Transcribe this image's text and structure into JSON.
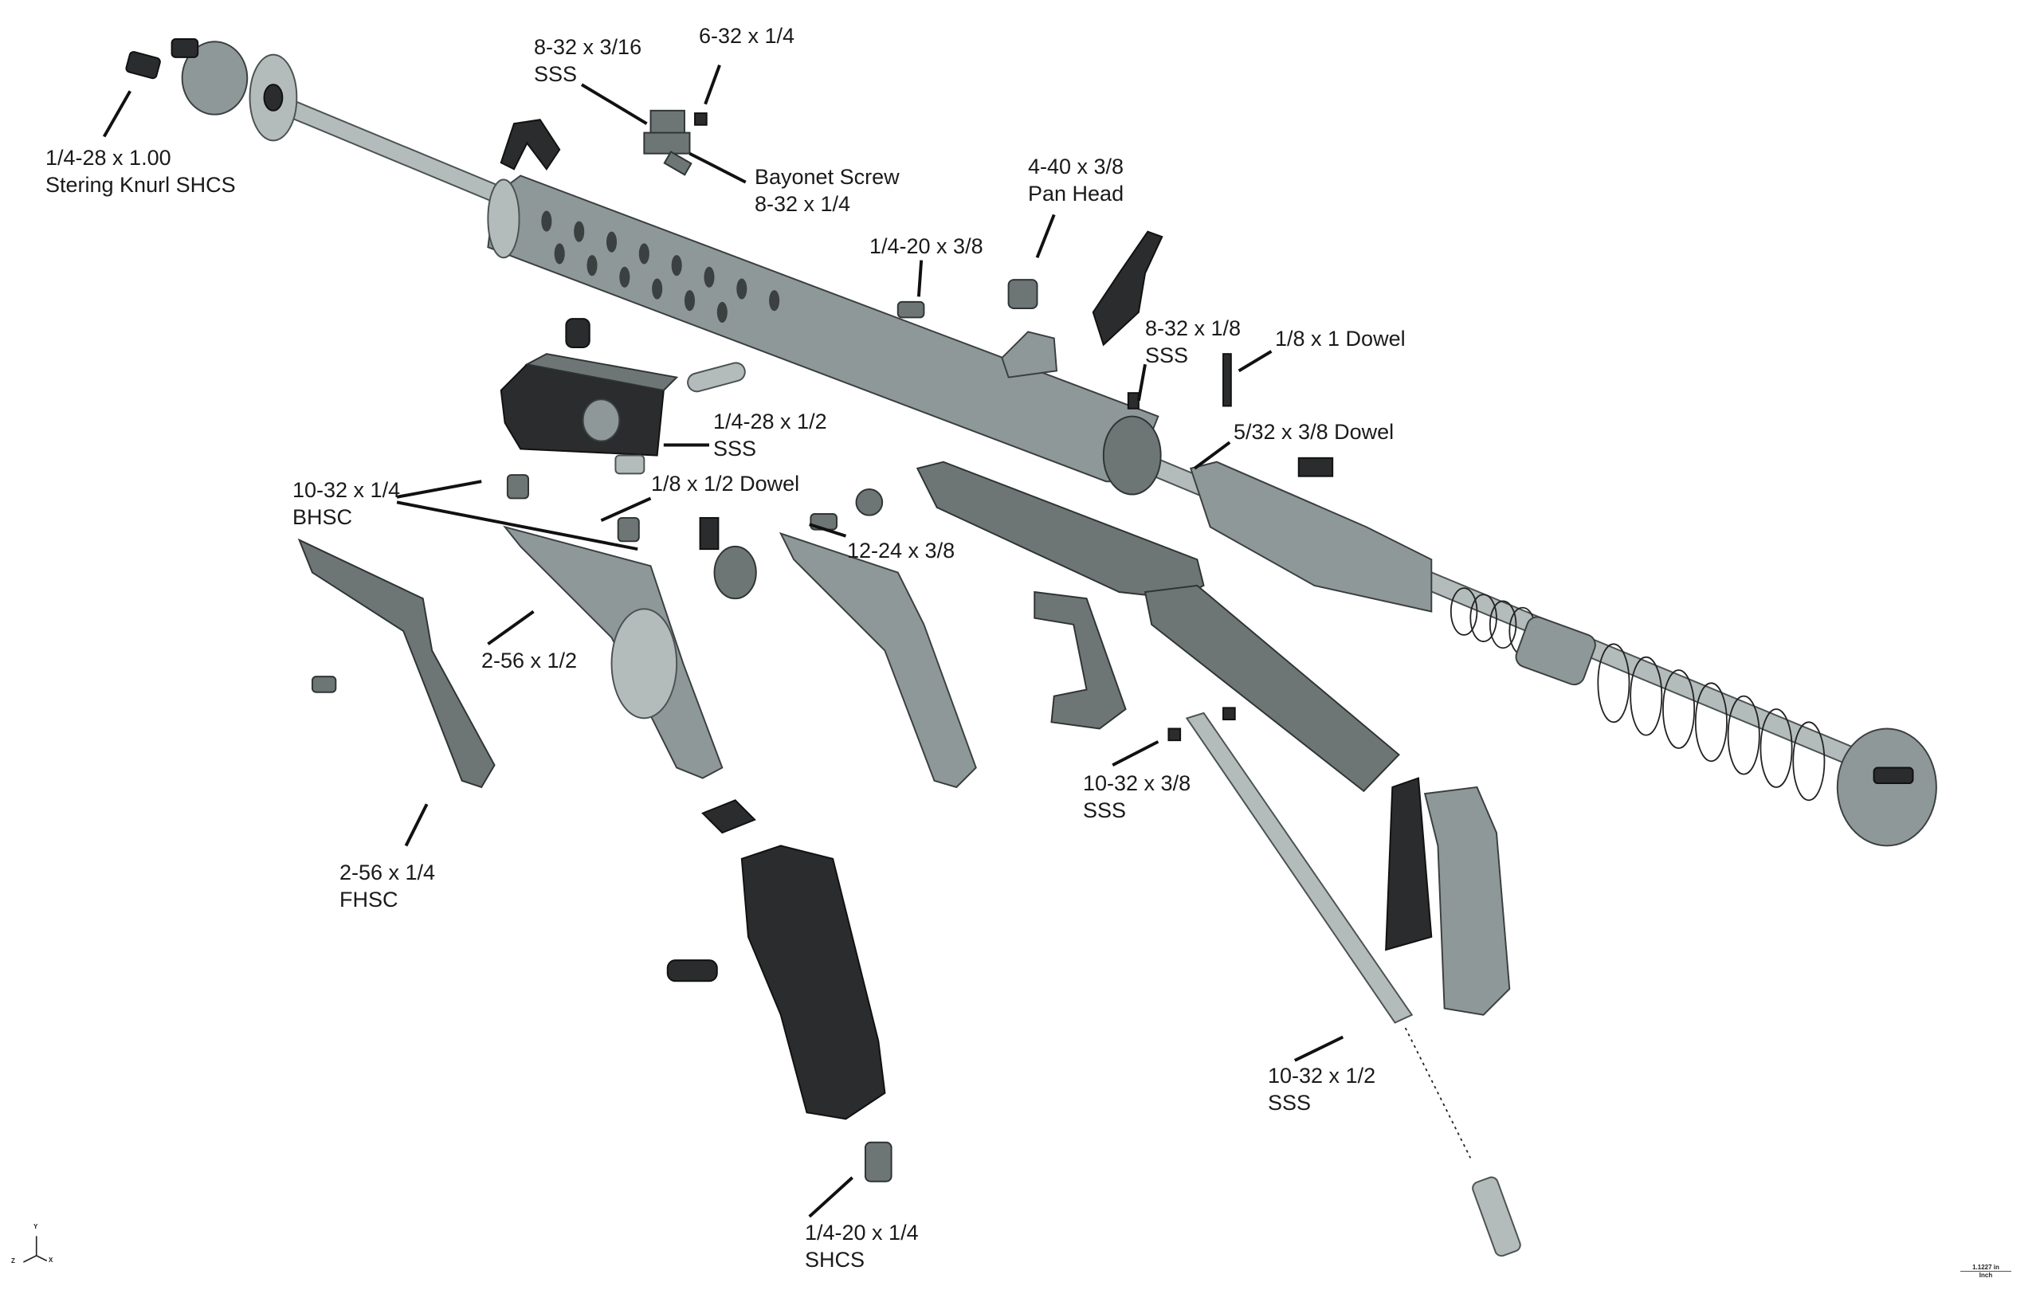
{
  "labels": {
    "l1": [
      "1/4-28 x 1.00",
      "Stering Knurl SHCS"
    ],
    "l2": [
      "8-32 x 3/16",
      "SSS"
    ],
    "l3": [
      "6-32 x 1/4"
    ],
    "l4": [
      "Bayonet Screw",
      "8-32 x 1/4"
    ],
    "l5": [
      "4-40 x 3/8",
      "Pan Head"
    ],
    "l6": [
      "1/4-20 x 3/8"
    ],
    "l7": [
      "8-32 x 1/8",
      "SSS"
    ],
    "l8": [
      "1/8 x 1 Dowel"
    ],
    "l9": [
      "5/32 x 3/8 Dowel"
    ],
    "l10": [
      "1/4-28 x 1/2",
      "SSS"
    ],
    "l11": [
      "10-32 x 1/4",
      "BHSC"
    ],
    "l12": [
      "1/8 x 1/2 Dowel"
    ],
    "l13": [
      "12-24 x 3/8"
    ],
    "l14": [
      "2-56 x 1/2"
    ],
    "l15": [
      "2-56 x 1/4",
      "FHSC"
    ],
    "l16": [
      "10-32 x 3/8",
      "SSS"
    ],
    "l17": [
      "10-32 x 1/2",
      "SSS"
    ],
    "l18": [
      "1/4-20 x 1/4",
      "SHCS"
    ]
  },
  "scale_bar": {
    "value": "1.1227 in",
    "unit": "Inch"
  },
  "axes": {
    "x": "X",
    "y": "Y",
    "z": "Z"
  }
}
